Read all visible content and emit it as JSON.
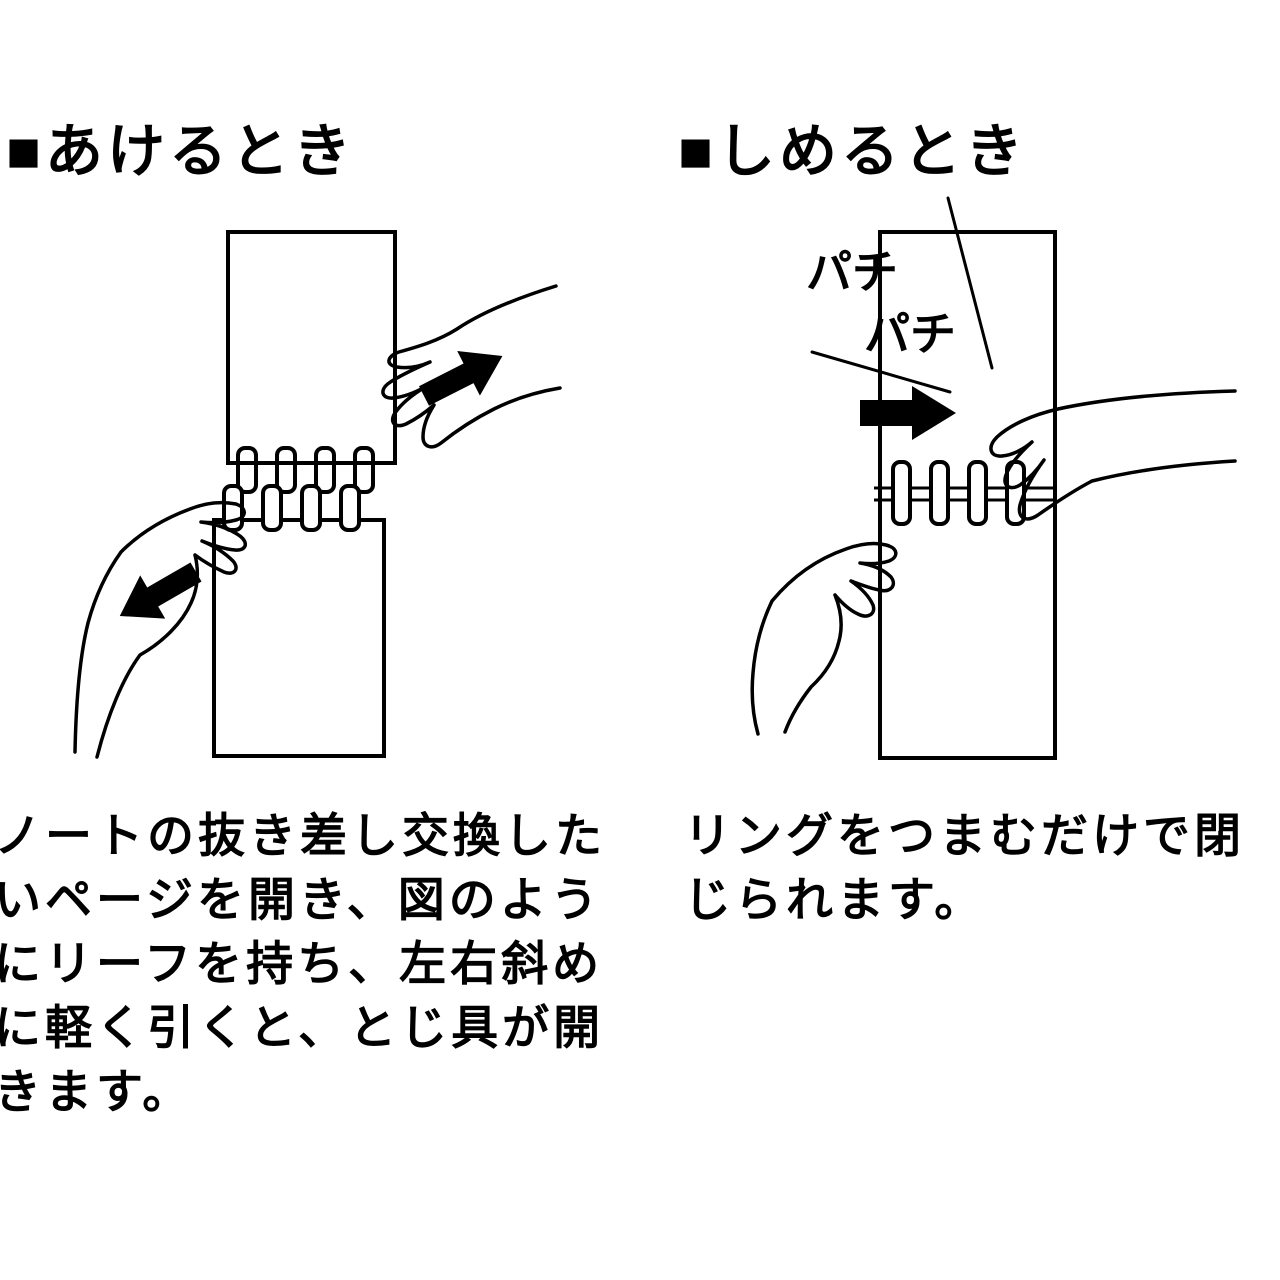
{
  "colors": {
    "ink": "#000000",
    "background": "#ffffff"
  },
  "left_panel": {
    "title": "■あけるとき",
    "caption_lines": [
      "ノートの抜き差し交換した",
      "いページを開き、図のよう",
      "にリーフを持ち、左右斜め",
      "に軽く引くと、とじ具が開",
      "きます。"
    ]
  },
  "right_panel": {
    "title": "■しめるとき",
    "sfx_line1": "パチ",
    "sfx_line2": "パチ",
    "caption_lines": [
      "リングをつまむだけで閉",
      "じられます。"
    ]
  }
}
